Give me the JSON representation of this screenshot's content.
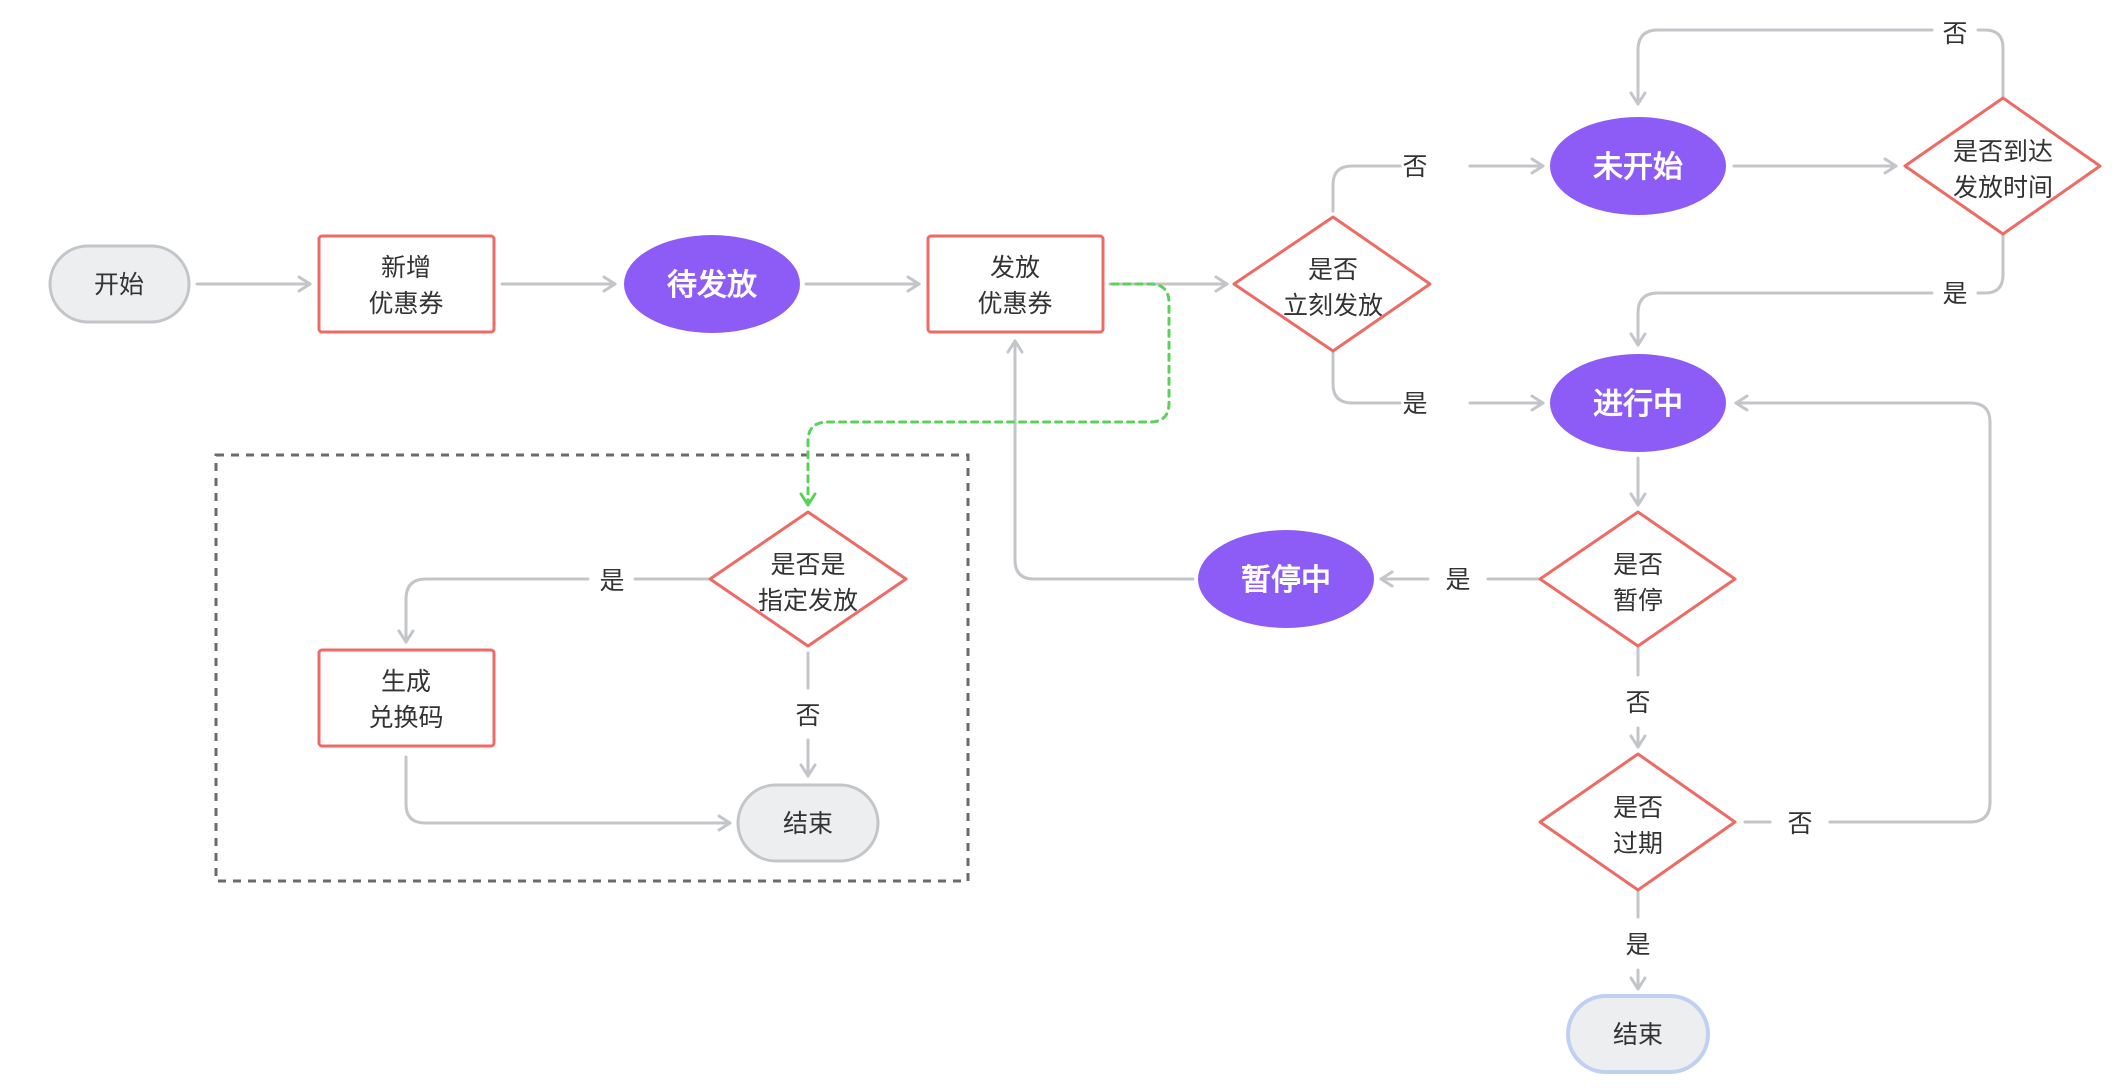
{
  "colors": {
    "edge": "#C3C5C9",
    "process_border": "#EE6A64",
    "decision_border": "#EE6A64",
    "state_fill": "#8D5CF6",
    "terminal_fill": "#EDEEF0",
    "terminal_border": "#C3C5C9",
    "terminal_end_border": "#BFD0F2",
    "highlight_edge": "#5BD15A",
    "group_border": "#6B6B6B"
  },
  "nodes": {
    "start": {
      "type": "terminal",
      "lines": [
        "开始"
      ]
    },
    "add_coupon": {
      "type": "process",
      "lines": [
        "新增",
        "优惠券"
      ]
    },
    "pending": {
      "type": "state",
      "lines": [
        "待发放"
      ]
    },
    "issue_coupon": {
      "type": "process",
      "lines": [
        "发放",
        "优惠券"
      ]
    },
    "issue_now": {
      "type": "decision",
      "lines": [
        "是否",
        "立刻发放"
      ]
    },
    "not_started": {
      "type": "state",
      "lines": [
        "未开始"
      ]
    },
    "reached_time": {
      "type": "decision",
      "lines": [
        "是否到达",
        "发放时间"
      ]
    },
    "in_progress": {
      "type": "state",
      "lines": [
        "进行中"
      ]
    },
    "paused_q": {
      "type": "decision",
      "lines": [
        "是否",
        "暂停"
      ]
    },
    "paused": {
      "type": "state",
      "lines": [
        "暂停中"
      ]
    },
    "expired_q": {
      "type": "decision",
      "lines": [
        "是否",
        "过期"
      ]
    },
    "end_main": {
      "type": "terminal_end",
      "lines": [
        "结束"
      ]
    },
    "designated_q": {
      "type": "decision",
      "lines": [
        "是否是",
        "指定发放"
      ]
    },
    "gen_code": {
      "type": "process",
      "lines": [
        "生成",
        "兑换码"
      ]
    },
    "end_sub": {
      "type": "terminal",
      "lines": [
        "结束"
      ]
    }
  },
  "edges": [
    {
      "from": "start",
      "to": "add_coupon",
      "label": ""
    },
    {
      "from": "add_coupon",
      "to": "pending",
      "label": ""
    },
    {
      "from": "pending",
      "to": "issue_coupon",
      "label": ""
    },
    {
      "from": "issue_coupon",
      "to": "issue_now",
      "label": ""
    },
    {
      "from": "issue_now",
      "to": "not_started",
      "label": "否"
    },
    {
      "from": "issue_now",
      "to": "in_progress",
      "label": "是"
    },
    {
      "from": "not_started",
      "to": "reached_time",
      "label": ""
    },
    {
      "from": "reached_time",
      "to": "not_started",
      "label": "否"
    },
    {
      "from": "reached_time",
      "to": "in_progress",
      "label": "是"
    },
    {
      "from": "in_progress",
      "to": "paused_q",
      "label": ""
    },
    {
      "from": "paused_q",
      "to": "paused",
      "label": "是"
    },
    {
      "from": "paused",
      "to": "issue_coupon",
      "label": ""
    },
    {
      "from": "paused_q",
      "to": "expired_q",
      "label": "否"
    },
    {
      "from": "expired_q",
      "to": "end_main",
      "label": "是"
    },
    {
      "from": "expired_q",
      "to": "in_progress",
      "label": "否"
    },
    {
      "from": "issue_coupon",
      "to": "designated_q",
      "label": "",
      "style": "dashed-green"
    },
    {
      "from": "designated_q",
      "to": "gen_code",
      "label": "是"
    },
    {
      "from": "designated_q",
      "to": "end_sub",
      "label": "否"
    },
    {
      "from": "gen_code",
      "to": "end_sub",
      "label": ""
    }
  ]
}
